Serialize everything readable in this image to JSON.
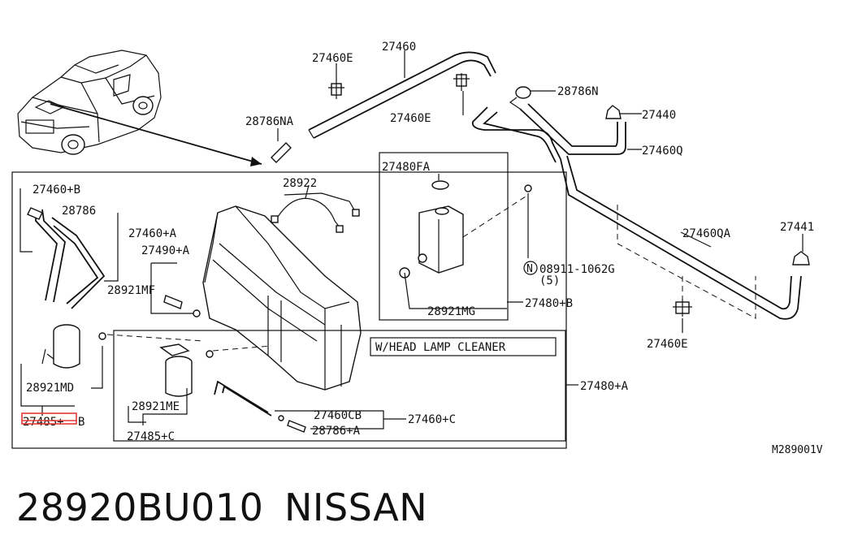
{
  "diagram": {
    "code": "M289001V",
    "inset_title": "W/HEAD LAMP CLEANER",
    "highlight_color": "#e53935",
    "labels": {
      "p27460E_top": "27460E",
      "p27460": "27460",
      "p28786N": "28786N",
      "p28786NA": "28786NA",
      "p27460E_mid": "27460E",
      "p27440": "27440",
      "p27460Q": "27460Q",
      "p27480FA": "27480FA",
      "p28922": "28922",
      "p27460B": "27460+B",
      "p28786": "28786",
      "p27460A": "27460+A",
      "p27490A": "27490+A",
      "p28921MF": "28921MF",
      "p27460QA": "27460QA",
      "p27441": "27441",
      "p08911_1062G": "08911-1062G",
      "p08911_qty": "(5)",
      "p08911_circle": "N",
      "p28921MG": "28921MG",
      "p27480B": "27480+B",
      "p27460E_right": "27460E",
      "p28921MD": "28921MD",
      "p27485B_struck": "27485+",
      "p27485B_suffix": "B",
      "p27480A": "27480+A",
      "p28921ME": "28921ME",
      "p27460CB": "27460CB",
      "p27460C": "27460+C",
      "p28786A": "28786+A",
      "p27485C": "27485+C"
    }
  },
  "footer": {
    "part_number": "28920BU010",
    "brand": "NISSAN"
  }
}
